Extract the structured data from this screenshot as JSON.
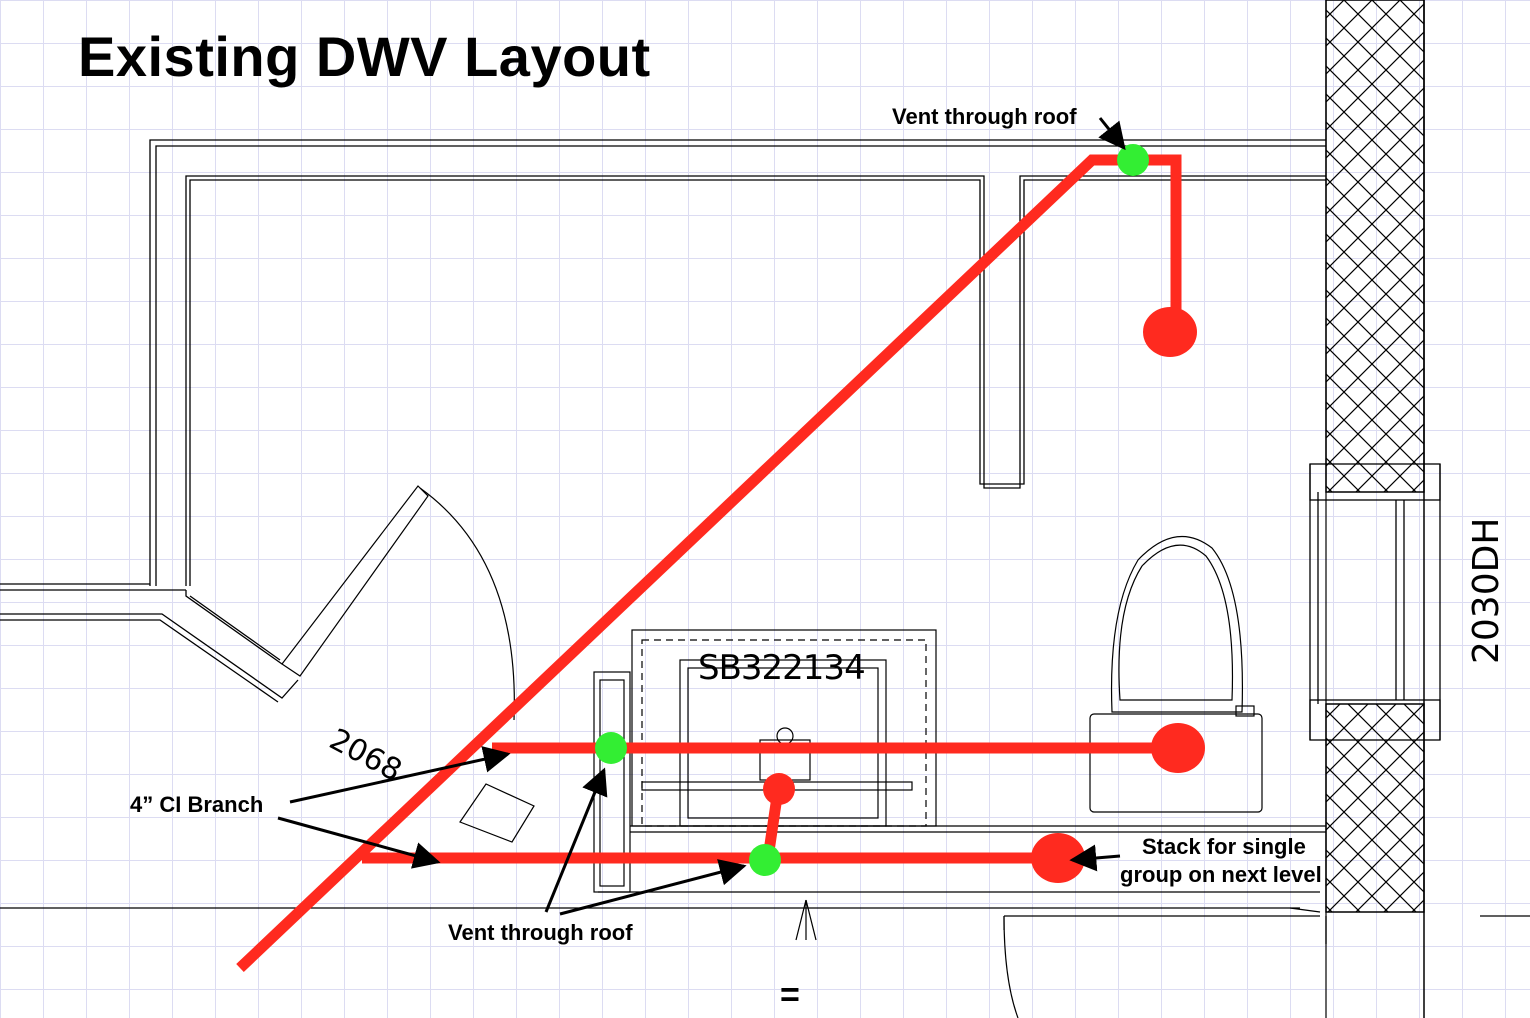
{
  "title": "Existing DWV Layout",
  "labels": {
    "vent_roof_top": "Vent through roof",
    "branch": "4” CI Branch",
    "vent_roof_bottom": "Vent through roof",
    "stack_line1": "Stack for single",
    "stack_line2": "group on next level"
  },
  "plan_tags": {
    "door": "2068",
    "sink_base": "SB322134",
    "window": "2030DH",
    "equals": "="
  },
  "colors": {
    "pipe": "#ff2a1f",
    "vent_marker": "#33ee33",
    "wall_line": "#000000",
    "grid": "#dcdcf2"
  },
  "icons": [
    "toilet-icon",
    "sink-icon",
    "door-swing-icon",
    "vent-marker-icon",
    "drain-marker-icon",
    "arrow-icon"
  ]
}
